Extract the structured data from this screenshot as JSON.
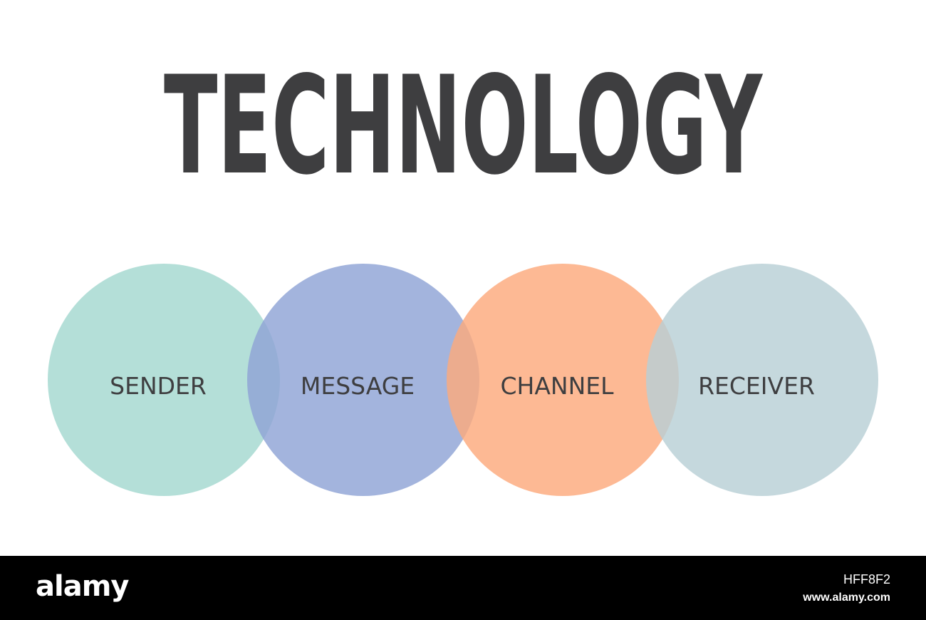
{
  "title": "TECHNOLOGY",
  "nodes": [
    {
      "label": "SENDER",
      "color": "#a3d8d0"
    },
    {
      "label": "MESSAGE",
      "color": "#8fa4d6"
    },
    {
      "label": "CHANNEL",
      "color": "#fdaa7d"
    },
    {
      "label": "RECEIVER",
      "color": "#b8d0d6"
    }
  ],
  "colors": {
    "background": "#ffffff",
    "title_text": "#3e3e40",
    "label_text": "#3e3e40",
    "footer_bg": "#000000",
    "footer_text": "#ffffff"
  },
  "footer": {
    "logo": "alamy",
    "image_id": "HFF8F2",
    "url": "www.alamy.com"
  }
}
